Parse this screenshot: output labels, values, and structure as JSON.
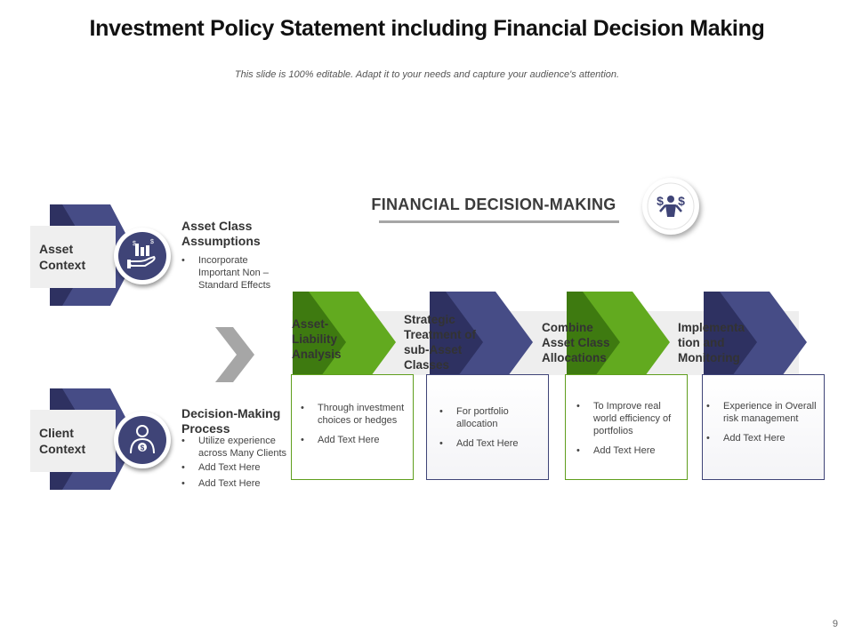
{
  "title": "Investment Policy Statement including Financial Decision Making",
  "subtitle": "This slide is 100% editable. Adapt it to your needs and capture your audience's attention.",
  "section_title": "FINANCIAL  DECISION-MAKING",
  "colors": {
    "navy": "#3f4477",
    "green": "#5f9e1d",
    "grey_arrow": "#a6a6a6"
  },
  "icons": {
    "header": "money-growth-person-icon",
    "asset": "money-hand-icon",
    "client": "client-dollar-icon"
  },
  "left": [
    {
      "label": "Asset Context",
      "title": "Asset Class Assumptions",
      "bullets": [
        "Incorporate Important Non – Standard Effects"
      ]
    },
    {
      "label": "Client Context",
      "title": "Decision-Making Process",
      "bullets": [
        "Utilize experience across Many Clients",
        "Add Text Here",
        "Add Text Here"
      ]
    }
  ],
  "steps": [
    {
      "label": "Asset-Liability Analysis",
      "color": "green",
      "bullets": [
        "Through investment choices or hedges",
        "Add Text Here"
      ]
    },
    {
      "label": "Strategic Treatment of sub-Asset Classes",
      "color": "navy",
      "bullets": [
        "For portfolio allocation",
        "Add Text Here"
      ]
    },
    {
      "label": "Combine Asset Class Allocations",
      "color": "green",
      "bullets": [
        "To Improve real world efficiency of portfolios",
        "Add Text Here"
      ]
    },
    {
      "label": "Implementation and Monitoring",
      "color": "navy",
      "bullets": [
        "Experience in Overall risk management",
        "Add Text Here"
      ]
    }
  ],
  "page_number": "9"
}
